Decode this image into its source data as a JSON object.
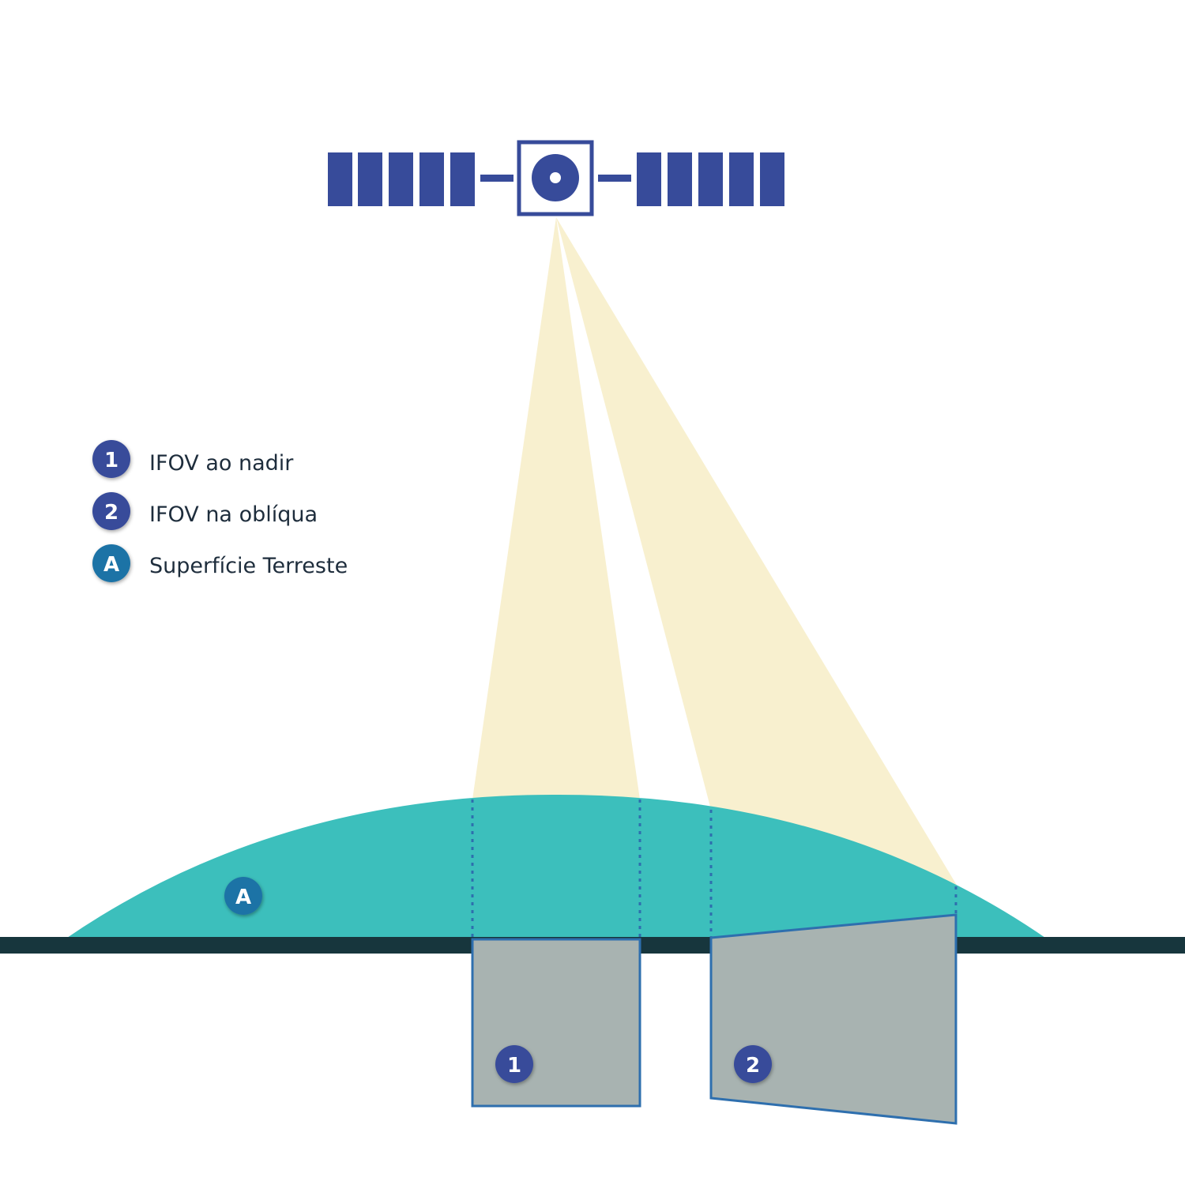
{
  "legend": {
    "items": [
      {
        "badge": "1",
        "label": "IFOV ao nadir"
      },
      {
        "badge": "2",
        "label": "IFOV na oblíqua"
      },
      {
        "badge": "A",
        "label": "Superfície Terreste"
      }
    ]
  },
  "markers": {
    "surface": "A",
    "nadir": "1",
    "oblique": "2"
  },
  "colors": {
    "satellite": "#374b9a",
    "beam": "#f8f0cf",
    "surface": "#3cbfbc",
    "ground_line": "#17363d",
    "projection_fill": "#a8b3b1",
    "projection_stroke": "#2e6fae",
    "badge_numbered": "#374b9a",
    "badge_surface": "#1f73a6"
  }
}
